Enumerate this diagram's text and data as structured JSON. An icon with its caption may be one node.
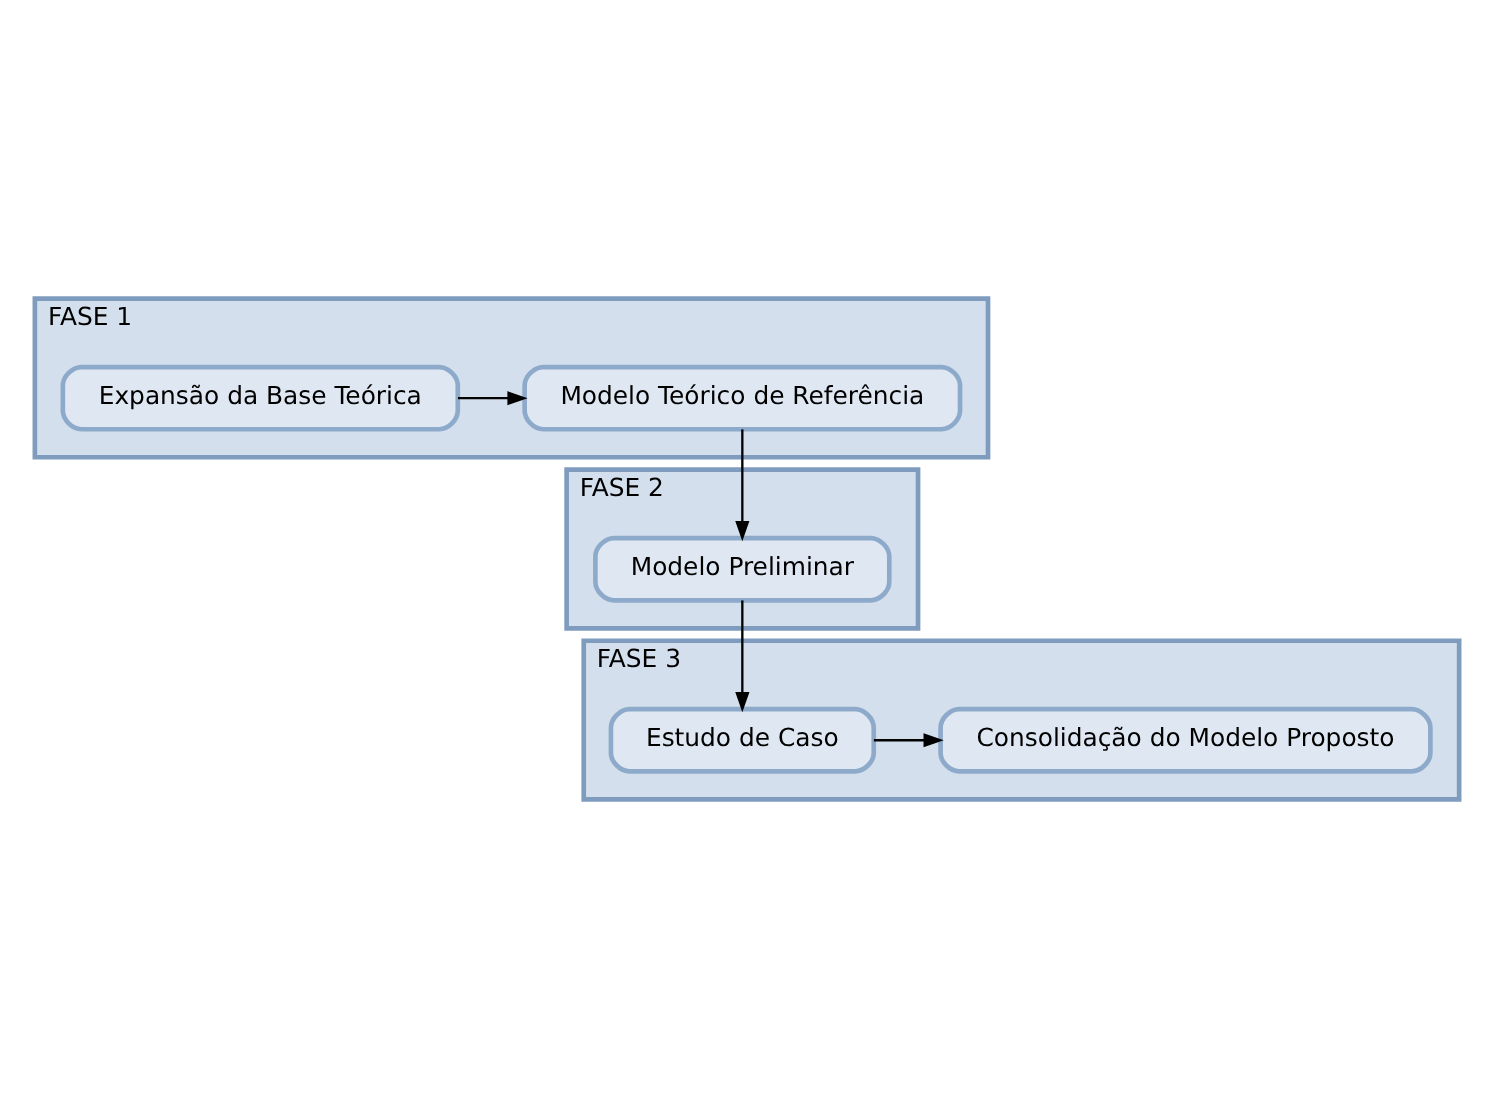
{
  "diagram": {
    "nodes": [
      {
        "text": [
          "FASE 1"
        ]
      },
      {
        "text": [
          "Expansão da Base Teórica"
        ],
        "in": 0
      },
      {
        "text": [
          "Modelo Teórico de Referência"
        ],
        "in": 0
      },
      {
        "text": [
          "FASE 2"
        ]
      },
      {
        "text": [
          "Modelo Preliminar"
        ],
        "in": 3
      },
      {
        "text": [
          "FASE 3"
        ]
      },
      {
        "text": [
          "Estudo de Caso"
        ],
        "in": 5
      },
      {
        "text": [
          "Consolidação do Modelo Proposto"
        ],
        "in": 5
      }
    ],
    "edges": [
      {
        "from": 1,
        "to": 2,
        "arrow": "to"
      },
      {
        "from": 2,
        "to": 4,
        "arrow": "to"
      },
      {
        "from": 4,
        "to": 6,
        "arrow": "to"
      },
      {
        "from": 6,
        "to": 7,
        "arrow": "to"
      }
    ]
  }
}
